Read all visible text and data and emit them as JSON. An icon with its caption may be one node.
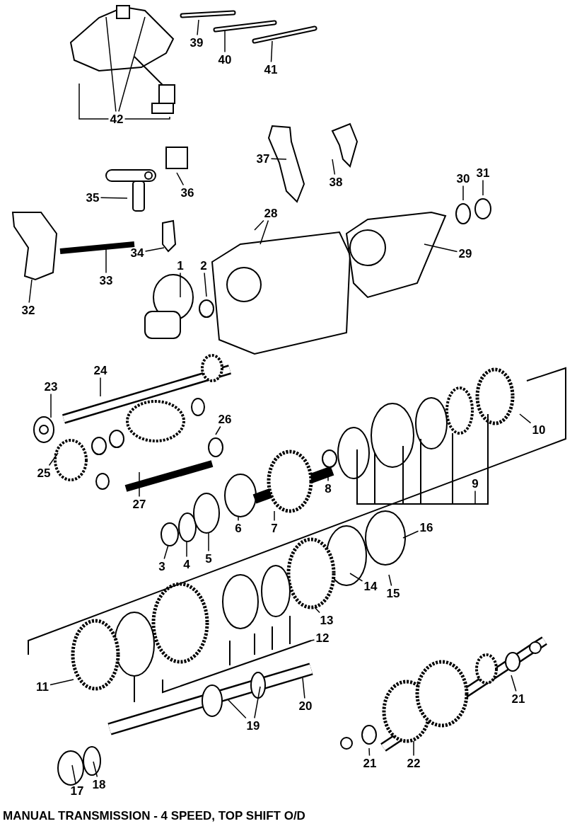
{
  "diagram": {
    "caption": "MANUAL TRANSMISSION - 4 SPEED, TOP SHIFT O/D",
    "nodes": [
      {
        "text": [
          "39"
        ]
      },
      {
        "text": [
          "40"
        ]
      },
      {
        "text": [
          "41"
        ]
      },
      {
        "text": [
          "42"
        ]
      },
      {
        "text": [
          "37"
        ]
      },
      {
        "text": [
          "38"
        ]
      },
      {
        "text": [
          "36"
        ]
      },
      {
        "text": [
          "35"
        ]
      },
      {
        "text": [
          "31"
        ]
      },
      {
        "text": [
          "30"
        ]
      },
      {
        "text": [
          "28"
        ]
      },
      {
        "text": [
          "29"
        ]
      },
      {
        "text": [
          "34"
        ]
      },
      {
        "text": [
          "33"
        ]
      },
      {
        "text": [
          "32"
        ]
      },
      {
        "text": [
          "1"
        ]
      },
      {
        "text": [
          "2"
        ]
      },
      {
        "text": [
          "24"
        ]
      },
      {
        "text": [
          "23"
        ]
      },
      {
        "text": [
          "26"
        ]
      },
      {
        "text": [
          "10"
        ]
      },
      {
        "text": [
          "25"
        ]
      },
      {
        "text": [
          "27"
        ]
      },
      {
        "text": [
          "9"
        ]
      },
      {
        "text": [
          "8"
        ]
      },
      {
        "text": [
          "7"
        ]
      },
      {
        "text": [
          "6"
        ]
      },
      {
        "text": [
          "5"
        ]
      },
      {
        "text": [
          "4"
        ]
      },
      {
        "text": [
          "3"
        ]
      },
      {
        "text": [
          "16"
        ]
      },
      {
        "text": [
          "15"
        ]
      },
      {
        "text": [
          "14"
        ]
      },
      {
        "text": [
          "13"
        ]
      },
      {
        "text": [
          "12"
        ]
      },
      {
        "text": [
          "11"
        ]
      },
      {
        "text": [
          "20"
        ]
      },
      {
        "text": [
          "21"
        ]
      },
      {
        "text": [
          "19"
        ]
      },
      {
        "text": [
          "17"
        ]
      },
      {
        "text": [
          "18"
        ]
      },
      {
        "text": [
          "21"
        ]
      },
      {
        "text": [
          "22"
        ]
      }
    ],
    "edges": [
      {
        "from": 0,
        "to": null,
        "arrow": "none"
      },
      {
        "from": 1,
        "to": null,
        "arrow": "none"
      },
      {
        "from": 2,
        "to": null,
        "arrow": "none"
      },
      {
        "from": 3,
        "to": null,
        "arrow": "none"
      },
      {
        "from": 3,
        "to": null,
        "arrow": "none"
      },
      {
        "from": 3,
        "to": null,
        "arrow": "none"
      },
      {
        "from": 3,
        "to": null,
        "arrow": "none"
      },
      {
        "from": 4,
        "to": null,
        "arrow": "none"
      },
      {
        "from": 5,
        "to": null,
        "arrow": "none"
      },
      {
        "from": 6,
        "to": null,
        "arrow": "none"
      },
      {
        "from": 7,
        "to": null,
        "arrow": "none"
      },
      {
        "from": 8,
        "to": null,
        "arrow": "none"
      },
      {
        "from": 9,
        "to": null,
        "arrow": "none"
      },
      {
        "from": 10,
        "to": null,
        "arrow": "none"
      },
      {
        "from": 10,
        "to": null,
        "arrow": "none"
      },
      {
        "from": 11,
        "to": null,
        "arrow": "none"
      },
      {
        "from": 12,
        "to": null,
        "arrow": "none"
      },
      {
        "from": 13,
        "to": null,
        "arrow": "none"
      },
      {
        "from": 14,
        "to": null,
        "arrow": "none"
      },
      {
        "from": 15,
        "to": null,
        "arrow": "none"
      },
      {
        "from": 16,
        "to": null,
        "arrow": "none"
      },
      {
        "from": 17,
        "to": null,
        "arrow": "none"
      },
      {
        "from": 18,
        "to": null,
        "arrow": "none"
      },
      {
        "from": 19,
        "to": null,
        "arrow": "none"
      },
      {
        "from": 20,
        "to": null,
        "arrow": "none"
      },
      {
        "from": 21,
        "to": null,
        "arrow": "none"
      },
      {
        "from": 22,
        "to": null,
        "arrow": "none"
      },
      {
        "from": 23,
        "to": null,
        "arrow": "none"
      },
      {
        "from": 24,
        "to": null,
        "arrow": "none"
      },
      {
        "from": 25,
        "to": null,
        "arrow": "none"
      },
      {
        "from": 26,
        "to": null,
        "arrow": "none"
      },
      {
        "from": 27,
        "to": null,
        "arrow": "none"
      },
      {
        "from": 28,
        "to": null,
        "arrow": "none"
      },
      {
        "from": 29,
        "to": null,
        "arrow": "none"
      },
      {
        "from": 30,
        "to": null,
        "arrow": "none"
      },
      {
        "from": 31,
        "to": null,
        "arrow": "none"
      },
      {
        "from": 32,
        "to": null,
        "arrow": "none"
      },
      {
        "from": 33,
        "to": null,
        "arrow": "none"
      },
      {
        "from": 34,
        "to": null,
        "arrow": "none"
      },
      {
        "from": 35,
        "to": null,
        "arrow": "none"
      },
      {
        "from": 36,
        "to": null,
        "arrow": "none"
      },
      {
        "from": 37,
        "to": null,
        "arrow": "none"
      },
      {
        "from": 38,
        "to": null,
        "arrow": "none"
      },
      {
        "from": 38,
        "to": null,
        "arrow": "none"
      },
      {
        "from": 39,
        "to": null,
        "arrow": "none"
      },
      {
        "from": 40,
        "to": null,
        "arrow": "none"
      },
      {
        "from": 41,
        "to": null,
        "arrow": "none"
      },
      {
        "from": 42,
        "to": null,
        "arrow": "none"
      }
    ]
  }
}
